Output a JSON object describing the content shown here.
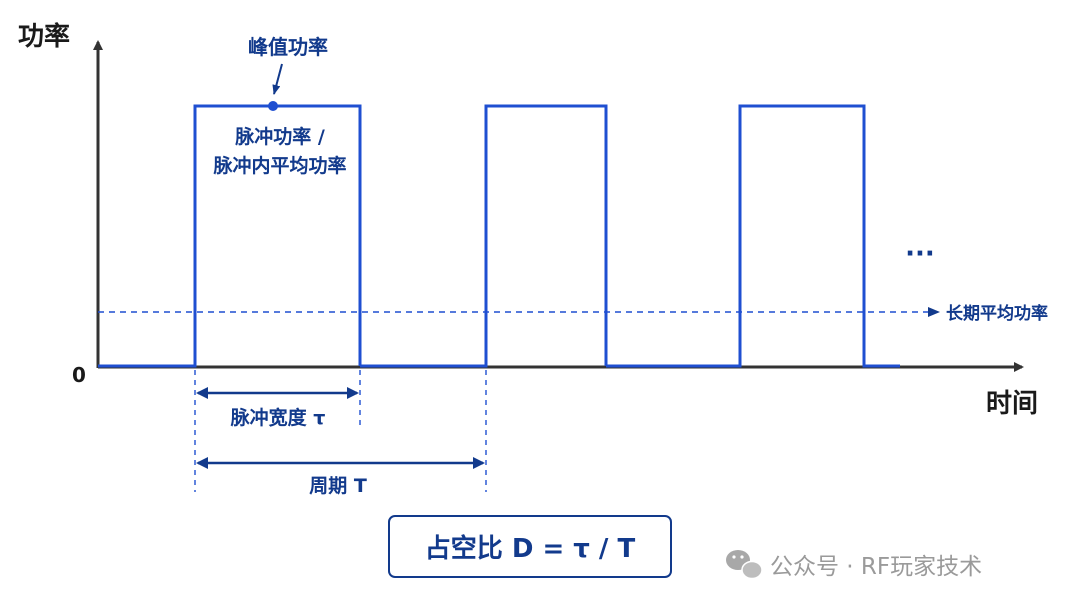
{
  "axes": {
    "y_label": "功率",
    "x_label": "时间",
    "origin": "0"
  },
  "annotations": {
    "peak_power": "峰值功率",
    "pulse_power_line1": "脉冲功率 /",
    "pulse_power_line2": "脉冲内平均功率",
    "ellipsis": "···",
    "long_term_avg": "长期平均功率",
    "pulse_width": "脉冲宽度 τ",
    "period": "周期 T"
  },
  "formula": {
    "text": "占空比 D = τ / T"
  },
  "watermark": {
    "text": "公众号 · RF玩家技术"
  },
  "colors": {
    "pulse": "#1f4fd1",
    "text_blue": "#123a8c",
    "axis": "#333333",
    "dashed": "#1f4fd1"
  }
}
